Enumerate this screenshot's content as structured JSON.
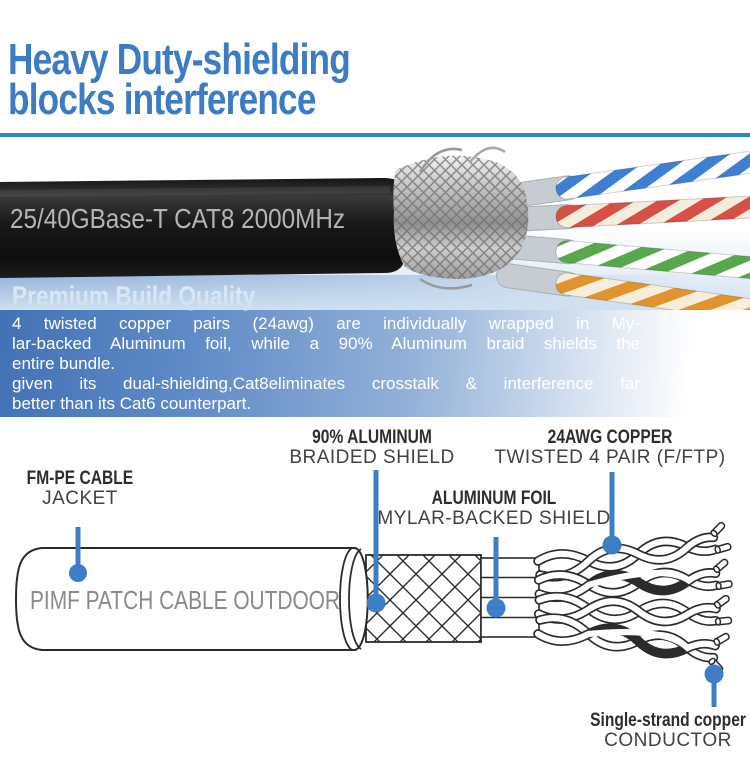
{
  "colors": {
    "heading_blue": "#3b7cc4",
    "rule_blue": "#2b8ac6",
    "banner_blue": "#4272b6",
    "pointer_blue": "#3d7ec6",
    "label_dark": "#2d2d2d",
    "label_gray": "#424242",
    "cable_print_gray": "#b5b5b5",
    "pair_blue": "#3f7fd2",
    "pair_red": "#d65045",
    "pair_green": "#58a74d",
    "pair_orange": "#e1932d"
  },
  "header": {
    "line1": "Heavy Duty-shielding",
    "line2": "blocks  interference"
  },
  "photo": {
    "cable_print": "25/40GBase-T  CAT8  2000MHz"
  },
  "banner": {
    "title": "Premium Build Quality",
    "lines": [
      "4 twisted copper pairs (24awg) are individually wrapped in My-",
      "lar-backed Aluminum foil, while a 90% Aluminum braid shields the",
      "entire bundle.",
      "given its dual-shielding,Cat8eliminates crosstalk & interference far",
      "better than its Cat6 counterpart."
    ]
  },
  "diagram": {
    "cable_text": "PIMF  PATCH  CABLE  OUTDOOR",
    "labels": {
      "jacket": {
        "bold": "FM-PE CABLE",
        "plain": "JACKET"
      },
      "braid": {
        "bold": "90% ALUMINUM",
        "plain": "BRAIDED SHIELD"
      },
      "pairs": {
        "bold": "24AWG COPPER",
        "plain": "TWISTED 4 PAIR (F/FTP)"
      },
      "foil": {
        "bold": "ALUMINUM FOIL",
        "plain": "MYLAR-BACKED SHIELD"
      },
      "conductor": {
        "bold": "Single-strand copper",
        "plain": "CONDUCTOR"
      }
    }
  }
}
